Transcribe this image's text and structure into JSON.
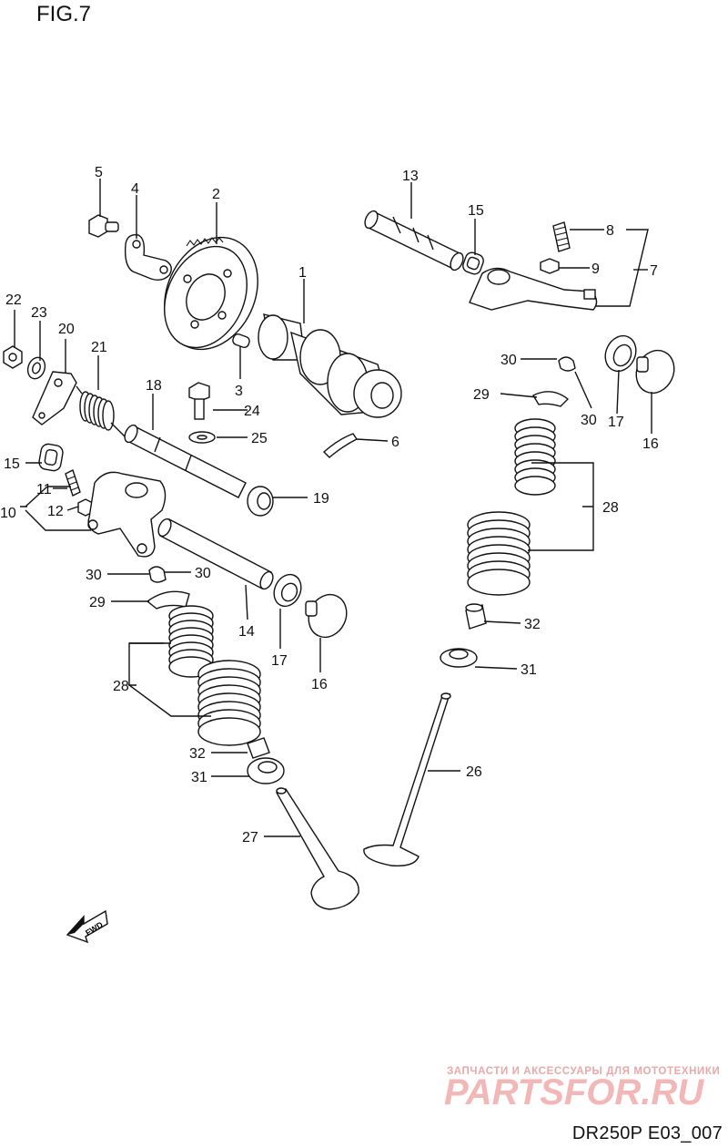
{
  "figure": {
    "title": "FIG.7",
    "code": "DR250P E03_007"
  },
  "watermark": {
    "line": "ЗАПЧАСТИ И АКСЕССУАРЫ ДЛЯ МОТОТЕХНИКИ",
    "logo": "PARTSFOR.RU"
  },
  "fwd_label": "FWD",
  "labels": {
    "1": "1",
    "2": "2",
    "3": "3",
    "4": "4",
    "5": "5",
    "6": "6",
    "7": "7",
    "8": "8",
    "9": "9",
    "10": "10",
    "11": "11",
    "12": "12",
    "13": "13",
    "14": "14",
    "15": "15",
    "16": "16",
    "17": "17",
    "18": "18",
    "19": "19",
    "20": "20",
    "21": "21",
    "22": "22",
    "23": "23",
    "24": "24",
    "25": "25",
    "26": "26",
    "27": "27",
    "28": "28",
    "29": "29",
    "30": "30",
    "31": "31",
    "32": "32"
  }
}
